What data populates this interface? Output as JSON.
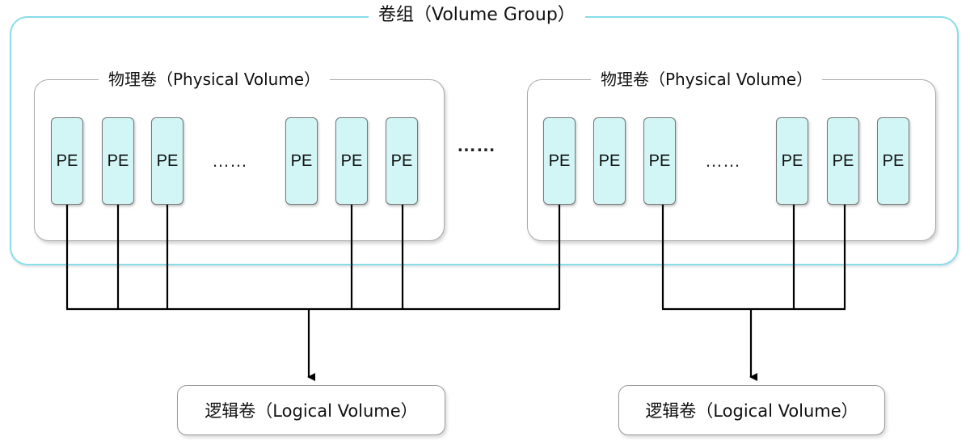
{
  "volume_group": {
    "title": "卷组（Volume Group）"
  },
  "physical_volumes": [
    {
      "title": "物理卷（Physical Volume）",
      "pe_label": "PE",
      "ellipsis": "……"
    },
    {
      "title": "物理卷（Physical Volume）",
      "pe_label": "PE",
      "ellipsis": "……"
    }
  ],
  "between_ellipsis": "……",
  "logical_volumes": [
    {
      "title": "逻辑卷（Logical Volume）"
    },
    {
      "title": "逻辑卷（Logical Volume）"
    }
  ],
  "colors": {
    "group_border": "#87ddea",
    "pe_fill": "#d2f6f6",
    "box_border": "#a9a9a9",
    "line": "#000000"
  }
}
